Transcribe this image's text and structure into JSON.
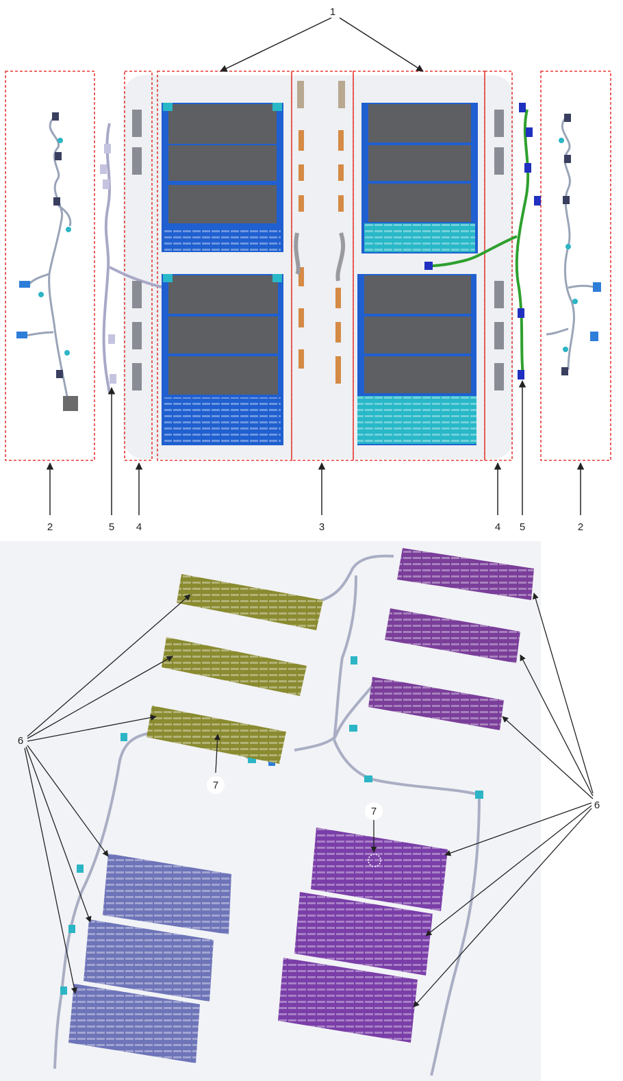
{
  "labels": {
    "l1": "1",
    "l2": "2",
    "l3": "3",
    "l4": "4",
    "l5": "5",
    "l6": "6",
    "l7": "7"
  },
  "colors": {
    "dash_red": "#e53935",
    "module_dark": "#5e5f63",
    "tray_blue": "#1f5fd0",
    "tray_cyan": "#28b8c8",
    "bracket_orange": "#d58a45",
    "harness_green": "#2ea02e",
    "heater_olive": "#8a8a30",
    "heater_purple": "#7a3e9a",
    "heater_lavender": "#7c82c4"
  }
}
